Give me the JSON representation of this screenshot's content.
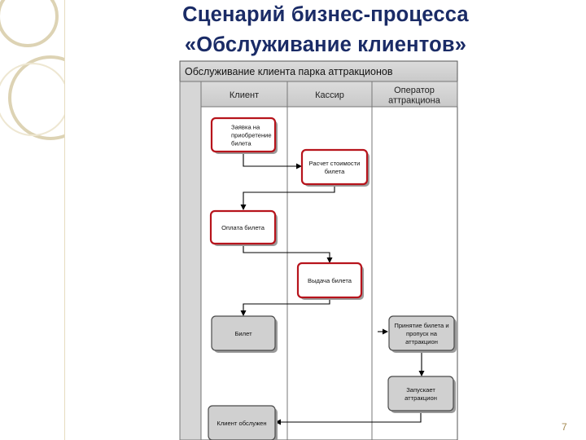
{
  "slide": {
    "title_line1": "Сценарий бизнес-процесса",
    "title_line2": "«Обслуживание клиентов»",
    "page_number": "7"
  },
  "diagram": {
    "pool_title": "Обслуживание клиента парка аттракционов",
    "lanes": [
      {
        "lines": [
          "Клиент"
        ]
      },
      {
        "lines": [
          "Кассир"
        ]
      },
      {
        "lines": [
          "Оператор",
          "аттракциона"
        ]
      }
    ],
    "tasks": [
      {
        "id": "t1",
        "lines": [
          "Заявка на",
          "приобретение",
          "билета"
        ],
        "kind": "red"
      },
      {
        "id": "t2",
        "lines": [
          "Расчет стоимости",
          "билета"
        ],
        "kind": "red"
      },
      {
        "id": "t3",
        "lines": [
          "Оплата билета"
        ],
        "kind": "red"
      },
      {
        "id": "t4",
        "lines": [
          "Выдача билета"
        ],
        "kind": "red"
      },
      {
        "id": "t5",
        "lines": [
          "Билет"
        ],
        "kind": "grey"
      },
      {
        "id": "t6",
        "lines": [
          "Принятие билета и",
          "пропуск на",
          "аттракцион"
        ],
        "kind": "grey"
      },
      {
        "id": "t7",
        "lines": [
          "Запускает",
          "аттракцион"
        ],
        "kind": "grey"
      },
      {
        "id": "t8",
        "lines": [
          "Клиент обслужен"
        ],
        "kind": "grey"
      }
    ],
    "flows": [
      {
        "from": "t1",
        "to": "t2"
      },
      {
        "from": "t2",
        "to": "t3"
      },
      {
        "from": "t3",
        "to": "t4"
      },
      {
        "from": "t4",
        "to": "t5"
      },
      {
        "from": "t5",
        "to": "t6"
      },
      {
        "from": "t6",
        "to": "t7"
      },
      {
        "from": "t7",
        "to": "t8"
      }
    ]
  }
}
